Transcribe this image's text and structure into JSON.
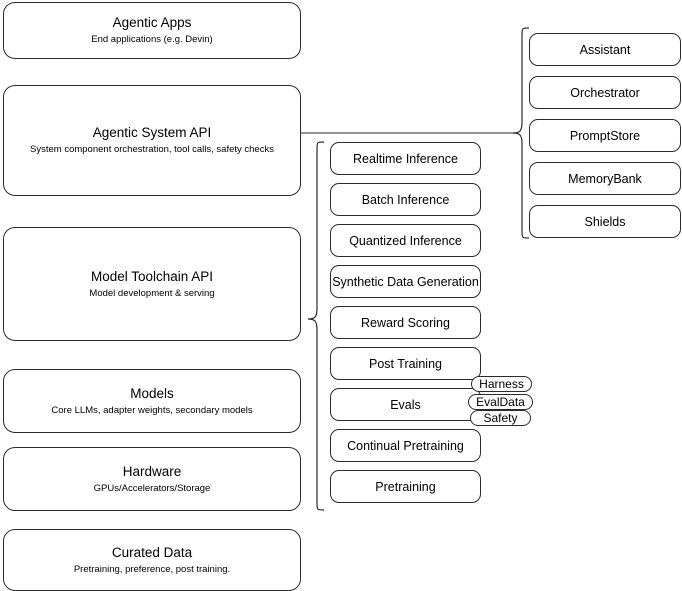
{
  "diagram": {
    "title": "AI stack layers diagram",
    "stroke_color": "#2b2b2b",
    "background_color": "#ffffff"
  },
  "layers": [
    {
      "title": "Agentic Apps",
      "subtitle": "End applications (e.g. Devin)"
    },
    {
      "title": "Agentic System API",
      "subtitle": "System component orchestration, tool calls, safety checks"
    },
    {
      "title": "Model Toolchain API",
      "subtitle": "Model development & serving"
    },
    {
      "title": "Models",
      "subtitle": "Core LLMs, adapter weights, secondary models"
    },
    {
      "title": "Hardware",
      "subtitle": "GPUs/Accelerators/Storage"
    },
    {
      "title": "Curated Data",
      "subtitle": "Pretraining, preference, post training."
    }
  ],
  "system_components": [
    {
      "label": "Assistant"
    },
    {
      "label": "Orchestrator"
    },
    {
      "label": "PromptStore"
    },
    {
      "label": "MemoryBank"
    },
    {
      "label": "Shields"
    }
  ],
  "toolchain_capabilities": [
    {
      "label": "Realtime Inference"
    },
    {
      "label": "Batch Inference"
    },
    {
      "label": "Quantized Inference"
    },
    {
      "label": "Synthetic Data Generation"
    },
    {
      "label": "Reward Scoring"
    },
    {
      "label": "Post Training"
    },
    {
      "label": "Evals"
    },
    {
      "label": "Continual Pretraining"
    },
    {
      "label": "Pretraining"
    }
  ],
  "evals_pills": [
    {
      "label": "Harness"
    },
    {
      "label": "EvalData"
    },
    {
      "label": "Safety"
    }
  ]
}
